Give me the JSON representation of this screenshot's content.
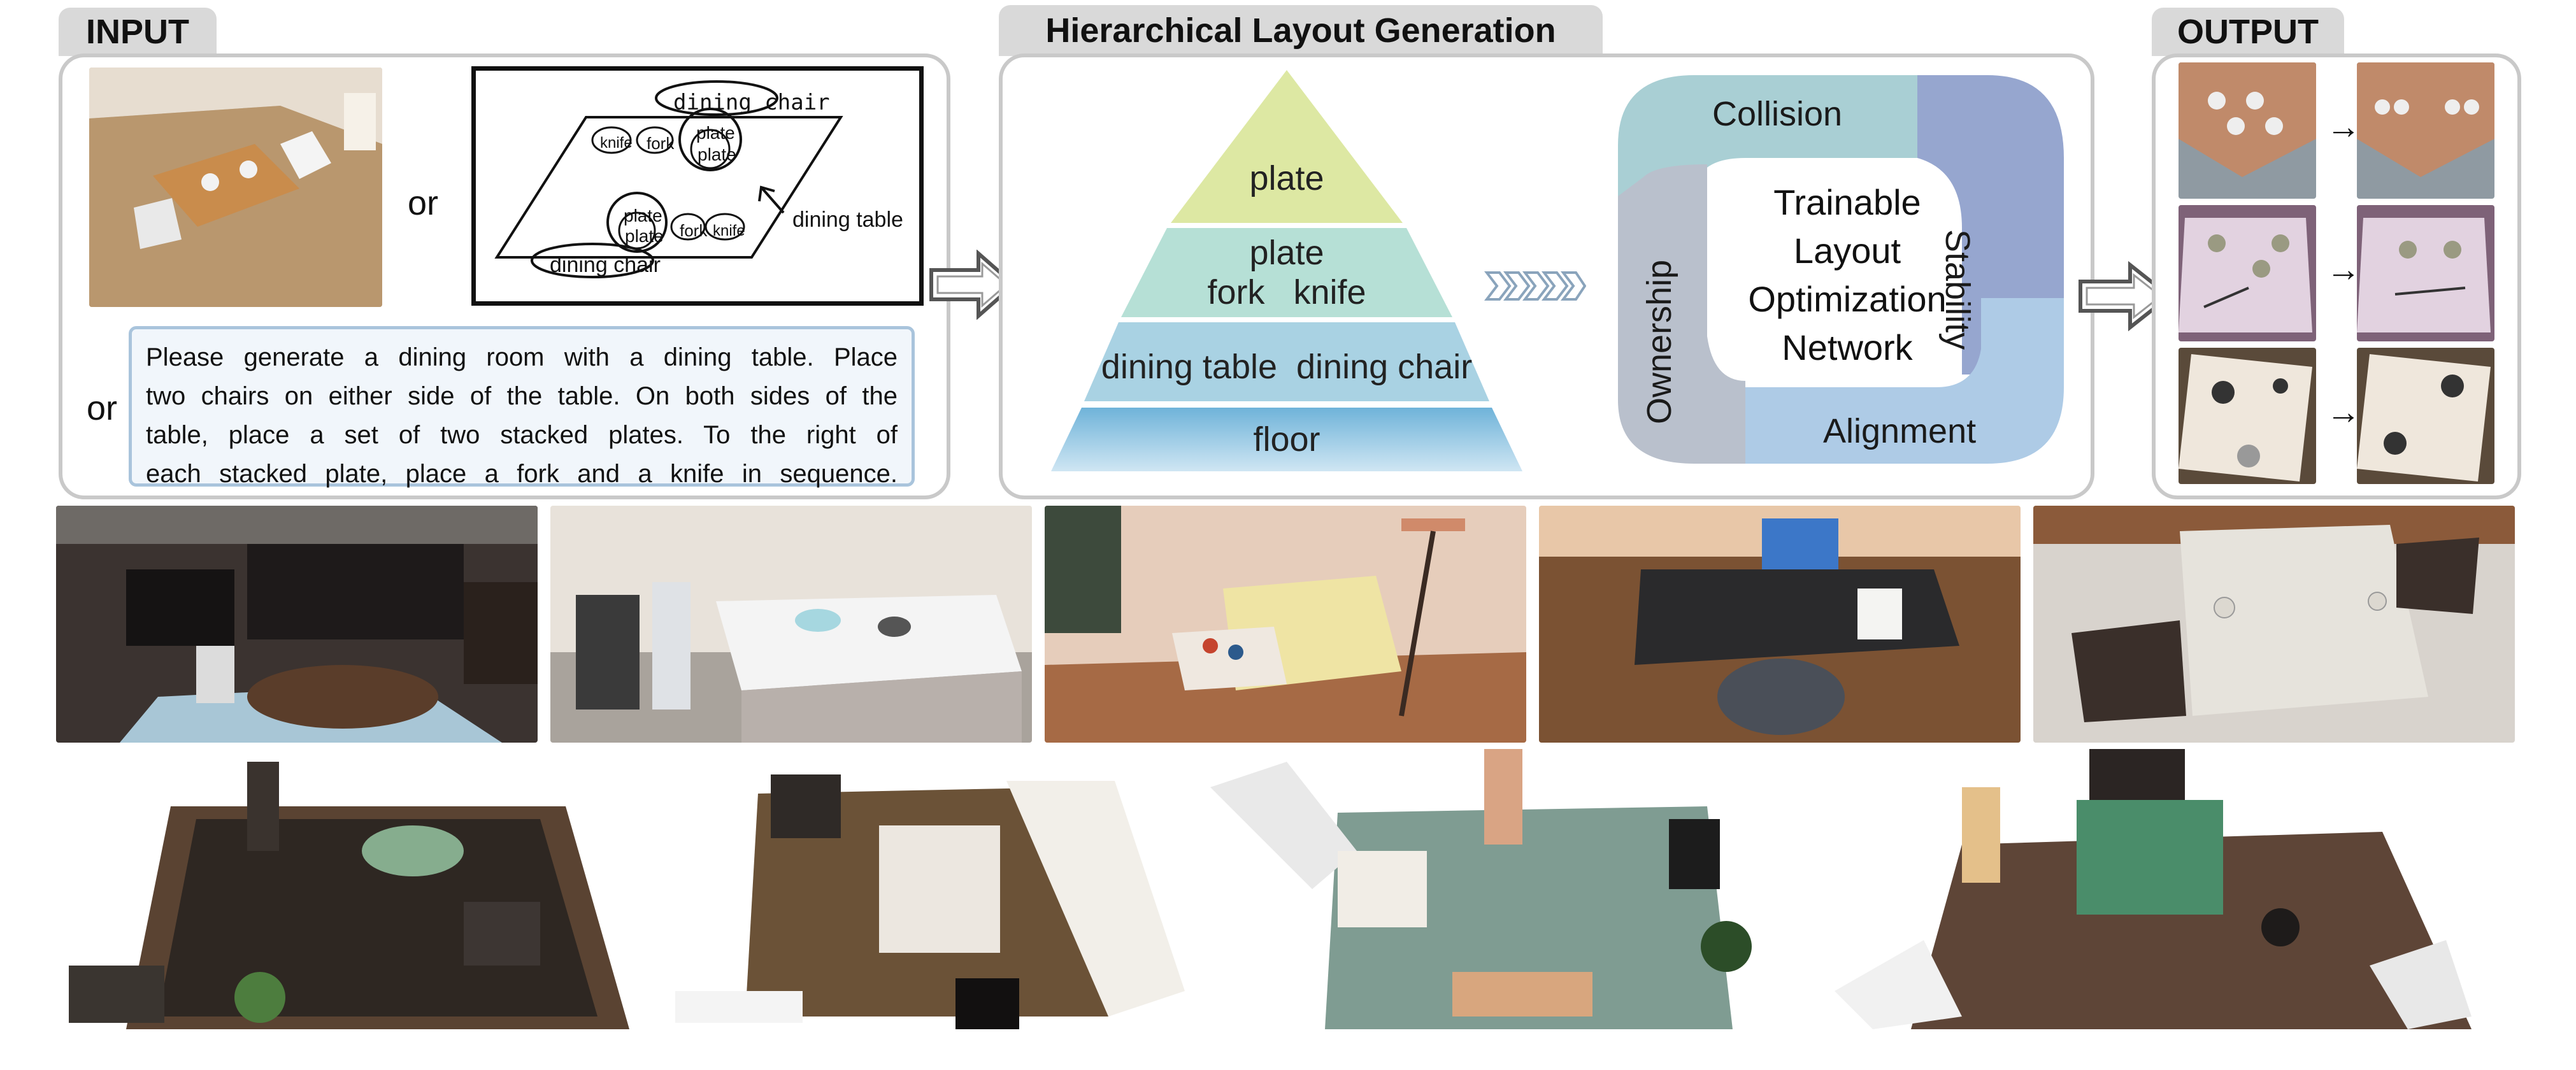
{
  "tabs": {
    "input": "INPUT",
    "generation": "Hierarchical Layout Generation",
    "output": "OUTPUT"
  },
  "input": {
    "or1": "or",
    "or2": "or",
    "sketch_labels": {
      "dining_chair_top": "dining chair",
      "plate_top_a": "plate",
      "plate_top_b": "plate",
      "knife_top": "knife",
      "fork_top": "fork",
      "plate_bot_a": "plate",
      "plate_bot_b": "plate",
      "fork_bot": "fork",
      "knife_bot": "knife",
      "dining_table": "dining table",
      "dining_chair_bot": "dining chair"
    },
    "prompt_lines": [
      "Please generate a dining room with a dining table. Place",
      "two chairs on either side of the table. On both sides of the",
      "table, place a set of two stacked plates. To the right of",
      "each stacked plate, place a fork and a knife in sequence."
    ]
  },
  "pyramid": {
    "tier1": "plate",
    "tier2_line1": "plate",
    "tier2_line2": "fork   knife",
    "tier3": "dining table  dining chair",
    "tier4": "floor"
  },
  "cycle": {
    "collision": "Collision",
    "stability": "Stability",
    "alignment": "Alignment",
    "ownership": "Ownership",
    "center_lines": [
      "Trainable",
      "Layout",
      "Optimization",
      "Network"
    ]
  },
  "output": {
    "arrows": [
      "→",
      "→",
      "→"
    ]
  },
  "colors": {
    "tab_bg": "#d9d9d9",
    "panel_border": "#c9c9c9",
    "pyramid_top": "#dde8a3",
    "pyramid_mid": "#b6e0d6",
    "pyramid_low": "#a9d2e3",
    "pyramid_base": "#6fb3d9",
    "collision": "#a9cfd4",
    "stability": "#96a6cf",
    "alignment": "#aecbe6",
    "ownership": "#b9c0cc"
  }
}
